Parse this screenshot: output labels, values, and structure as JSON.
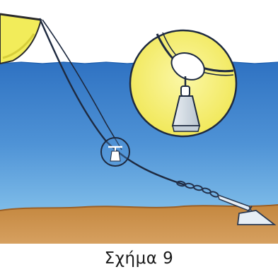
{
  "figure": {
    "caption": "Σχήμα 9",
    "colors": {
      "sky": "#ffffff",
      "sea_top": "#3f83cf",
      "sea_bottom": "#6db0e6",
      "seabed": "#c98a45",
      "seabed_dark": "#a86a2d",
      "boat_hull": "#f2ec5a",
      "magnifier_fill": "#f5f07a",
      "rope": "#1e2a40",
      "chain": "#2a3a55",
      "anchor": "#e7eef5"
    },
    "icons": [
      "boat-hull",
      "anchor-rope",
      "anchor-chain",
      "anchor",
      "sinker-weight",
      "magnifier-circle"
    ]
  }
}
